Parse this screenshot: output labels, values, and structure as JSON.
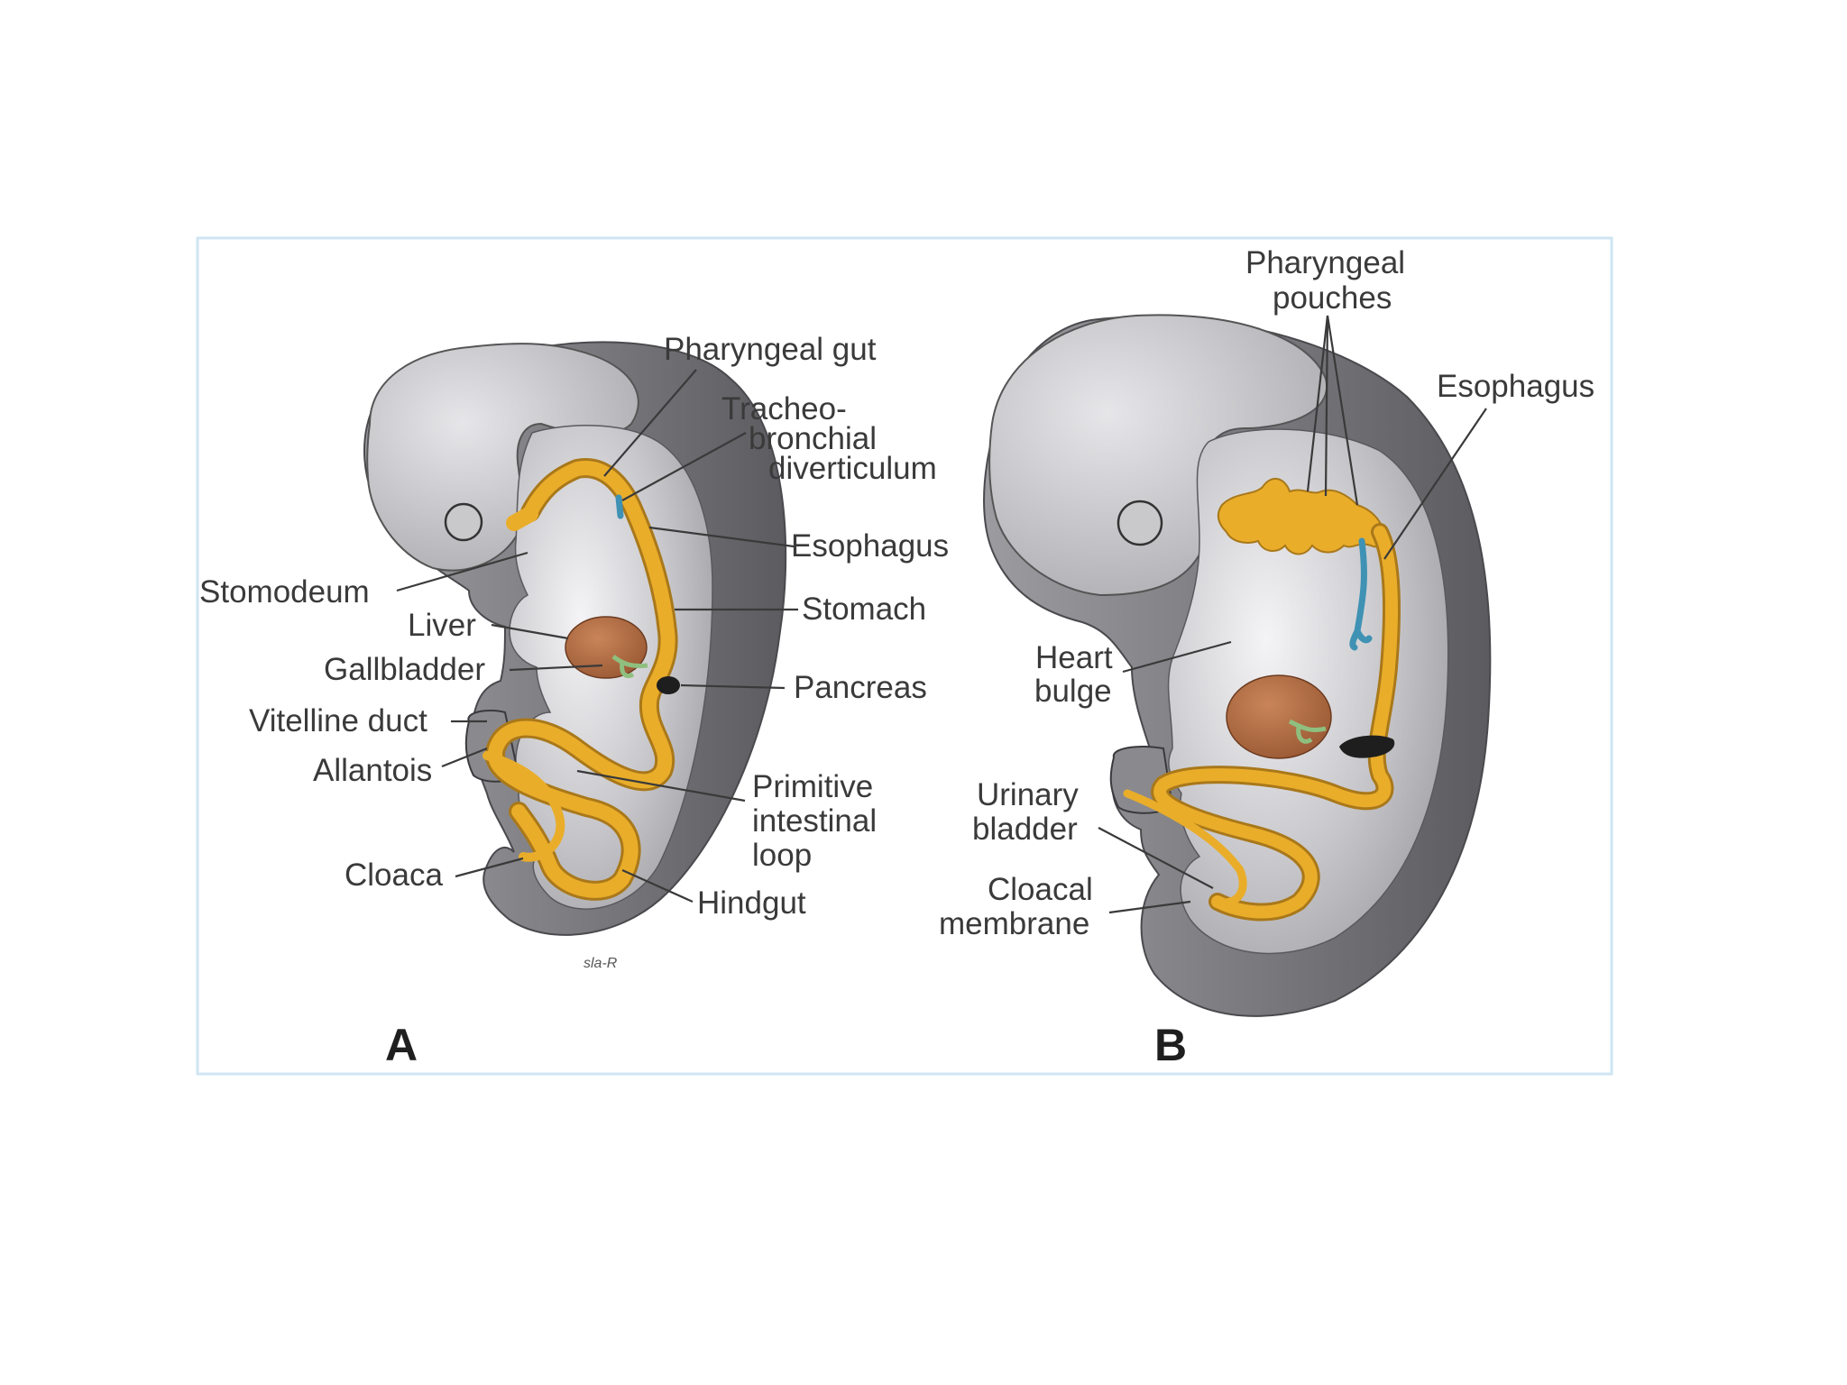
{
  "panels": {
    "a": {
      "letter": "A",
      "signature": "sla-R",
      "labels": {
        "pharyngeal_gut": "Pharyngeal gut",
        "tracheo_1": "Tracheo-",
        "tracheo_2": "bronchial",
        "tracheo_3": "diverticulum",
        "esophagus": "Esophagus",
        "stomodeum": "Stomodeum",
        "liver": "Liver",
        "stomach": "Stomach",
        "gallbladder": "Gallbladder",
        "pancreas": "Pancreas",
        "vitelline_duct": "Vitelline duct",
        "allantois": "Allantois",
        "primitive_1": "Primitive",
        "primitive_2": "intestinal",
        "primitive_3": "loop",
        "cloaca": "Cloaca",
        "hindgut": "Hindgut"
      }
    },
    "b": {
      "letter": "B",
      "labels": {
        "pharyngeal_pouches_1": "Pharyngeal",
        "pharyngeal_pouches_2": "pouches",
        "esophagus": "Esophagus",
        "heart_1": "Heart",
        "heart_2": "bulge",
        "urinary_1": "Urinary",
        "urinary_2": "bladder",
        "cloacal_1": "Cloacal",
        "cloacal_2": "membrane"
      }
    }
  },
  "colors": {
    "frame": "#cfe6f3",
    "ectoderm_dark": "#6f6f73",
    "body_light": "#bdbdc1",
    "gut": "#e9ad2a",
    "liver": "#a8653f",
    "diverticulum": "#3f92b3",
    "pancreas": "#1e1e1e"
  }
}
